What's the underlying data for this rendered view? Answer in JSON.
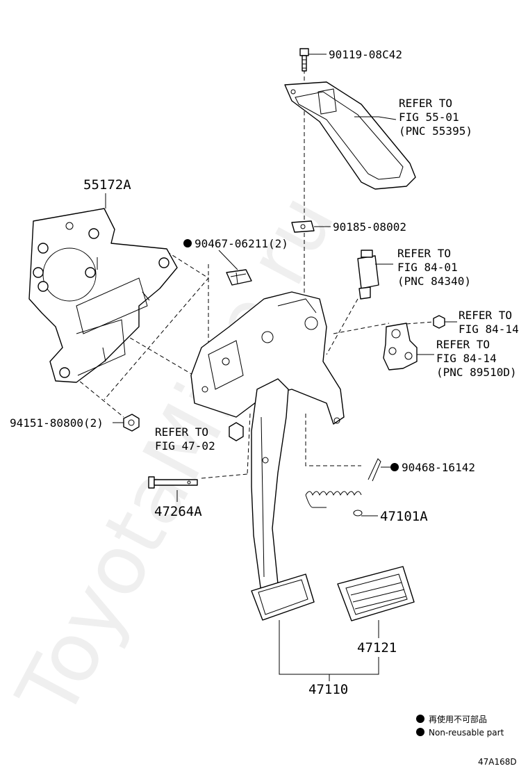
{
  "watermark": "ToyotaMine.ru",
  "figure_code": "47A168D",
  "labels": {
    "p90119": "90119-08C42",
    "refer_55_l1": "REFER TO",
    "refer_55_l2": "FIG 55-01",
    "refer_55_l3": "(PNC 55395)",
    "p55172a": "55172A",
    "p90185": "90185-08002",
    "p90467": "90467-06211(2)",
    "refer_84_01_l1": "REFER TO",
    "refer_84_01_l2": "FIG 84-01",
    "refer_84_01_l3": "(PNC 84340)",
    "refer_84_14a_l1": "REFER TO",
    "refer_84_14a_l2": "FIG 84-14",
    "refer_84_14b_l1": "REFER TO",
    "refer_84_14b_l2": "FIG 84-14",
    "refer_84_14b_l3": "(PNC 89510D)",
    "p94151": "94151-80800(2)",
    "refer_47_l1": "REFER TO",
    "refer_47_l2": "FIG 47-02",
    "p90468": "90468-16142",
    "p47264a": "47264A",
    "p47101a": "47101A",
    "p47121": "47121",
    "p47110": "47110"
  },
  "legend": {
    "jp": "再使用不可部品",
    "en": "Non-reusable part"
  }
}
